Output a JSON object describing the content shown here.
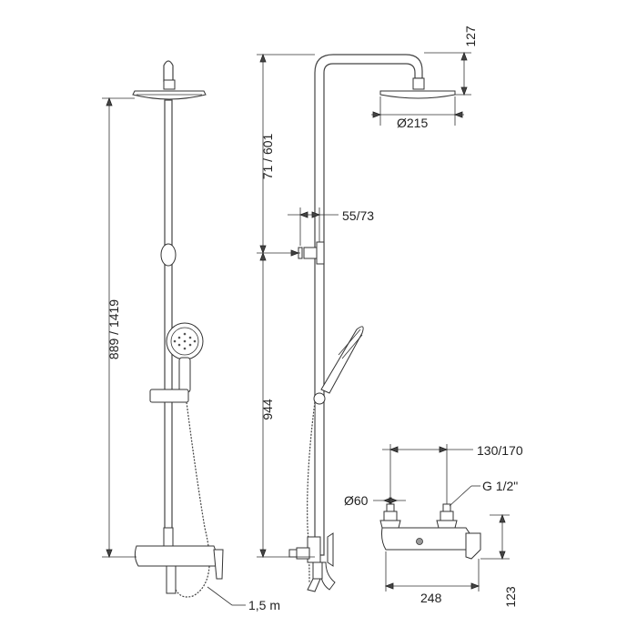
{
  "dimensions": {
    "front_total_height": "889 / 1419",
    "side_top_height": "71 / 601",
    "side_bottom_height": "944",
    "head_drop": "127",
    "head_diameter": "Ø215",
    "arm_offset": "55/73",
    "hose_length": "1,5 m",
    "mixer_centers": "130/170",
    "inlet_thread": "G 1/2\"",
    "eccentric_diameter": "Ø60",
    "mixer_width": "248",
    "mixer_height": "123"
  }
}
